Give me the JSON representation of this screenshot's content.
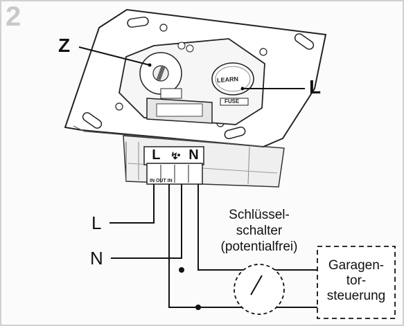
{
  "step_number": "2",
  "device": {
    "dial_label": "Z",
    "learn_button_label": "LEARN",
    "button_indicator_label": "L",
    "fuse_label": "FUSE",
    "terminal_top": [
      "L",
      "↯",
      "N"
    ],
    "terminal_bottom": "IN OUT IN"
  },
  "wiring": {
    "line_label": "L",
    "neutral_label": "N",
    "key_switch_label": [
      "Schlüssel-",
      "schalter",
      "(potentialfrei)"
    ],
    "garage_control_label": [
      "Garagen-",
      "tor-",
      "steuerung"
    ]
  }
}
